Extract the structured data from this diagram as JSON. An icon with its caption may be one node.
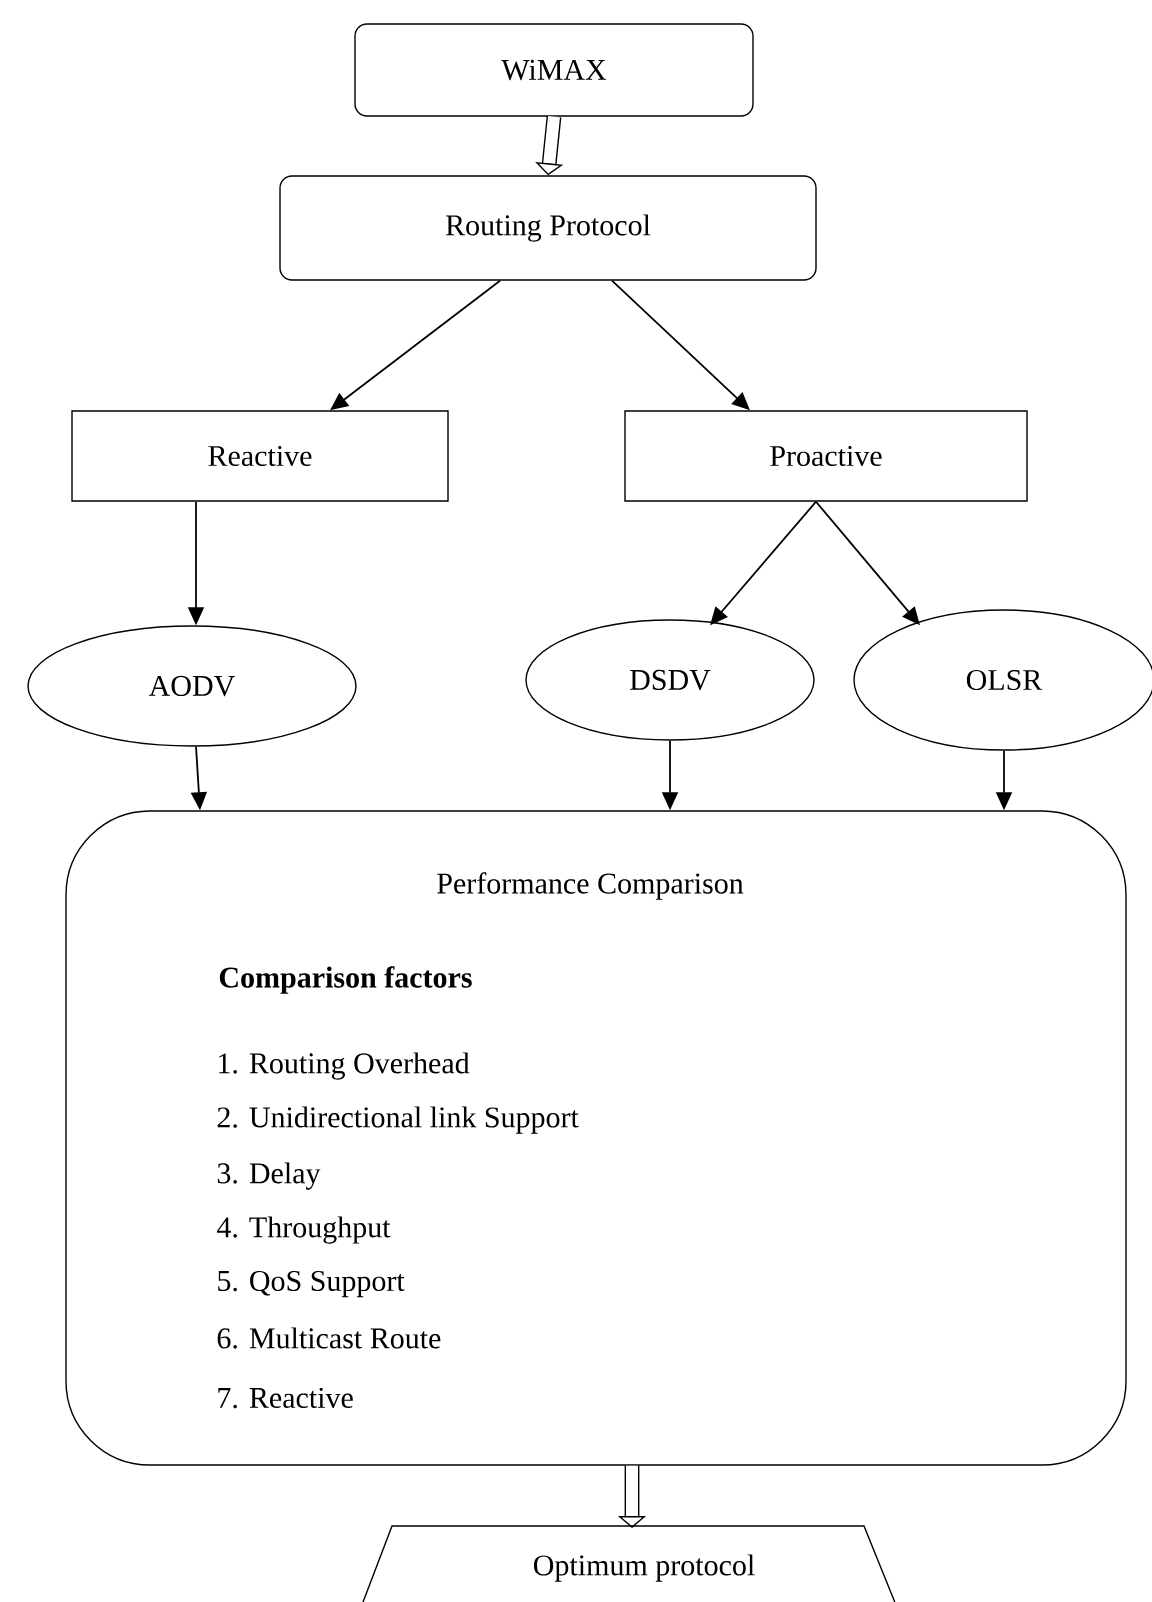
{
  "diagram": {
    "nodes": [
      {
        "text": [
          "WiMAX"
        ]
      },
      {
        "text": [
          "Routing Protocol"
        ]
      },
      {
        "text": [
          "Reactive"
        ]
      },
      {
        "text": [
          "Proactive"
        ]
      },
      {
        "text": [
          "AODV"
        ]
      },
      {
        "text": [
          "DSDV"
        ]
      },
      {
        "text": [
          "OLSR"
        ]
      },
      {
        "text": [
          "Performance Comparison",
          "Comparison factors",
          "1. Routing Overhead",
          "2. Unidirectional link Support",
          "3. Delay",
          "4. Throughput",
          "5. QoS Support",
          "6. Multicast Route",
          "7. Reactive"
        ]
      },
      {
        "text": [
          "Optimum protocol"
        ]
      }
    ],
    "edges": [
      {
        "from": 0,
        "to": 1,
        "arrow": "to",
        "style": "thick"
      },
      {
        "from": 1,
        "to": 2,
        "arrow": "to"
      },
      {
        "from": 1,
        "to": 3,
        "arrow": "to"
      },
      {
        "from": 2,
        "to": 4,
        "arrow": "to"
      },
      {
        "from": 3,
        "to": 5,
        "arrow": "to"
      },
      {
        "from": 3,
        "to": 6,
        "arrow": "to"
      },
      {
        "from": 4,
        "to": 7,
        "arrow": "to"
      },
      {
        "from": 5,
        "to": 7,
        "arrow": "to"
      },
      {
        "from": 6,
        "to": 7,
        "arrow": "to"
      },
      {
        "from": 7,
        "to": 8,
        "arrow": "to",
        "style": "thick"
      }
    ]
  }
}
